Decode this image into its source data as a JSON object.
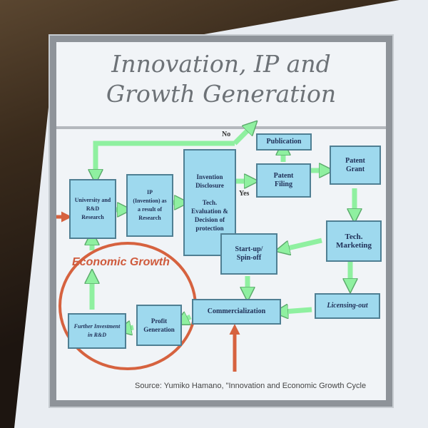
{
  "slide": {
    "title_line1": "Innovation, IP and",
    "title_line2": "Growth Generation",
    "boxes": {
      "university": "University and\nR&D\nResearch",
      "ip": "IP\n(Invention) as\na result of\nResearch",
      "disclosure": "Invention\nDisclosure\n\nTech.\nEvaluation &\nDecision of\nprotection",
      "publication": "Publication",
      "patent_filing": "Patent\nFiling",
      "patent_grant": "Patent\nGrant",
      "tech_marketing": "Tech.\nMarketing",
      "startup": "Start-up/\nSpin-off",
      "licensing": "Licensing-out",
      "commercialization": "Commercialization",
      "profit": "Profit\nGeneration",
      "further": "Further Investment\nin R&D"
    },
    "no_label": "No",
    "yes_label": "Yes",
    "economic_growth": "Economic Growth",
    "source": "Source:  Yumiko Hamano, \"Innovation and Economic Growth Cycle"
  },
  "colors": {
    "box": "#9ed9ee",
    "arrow": "#8ff0a0",
    "accent": "#cf5a3c"
  }
}
